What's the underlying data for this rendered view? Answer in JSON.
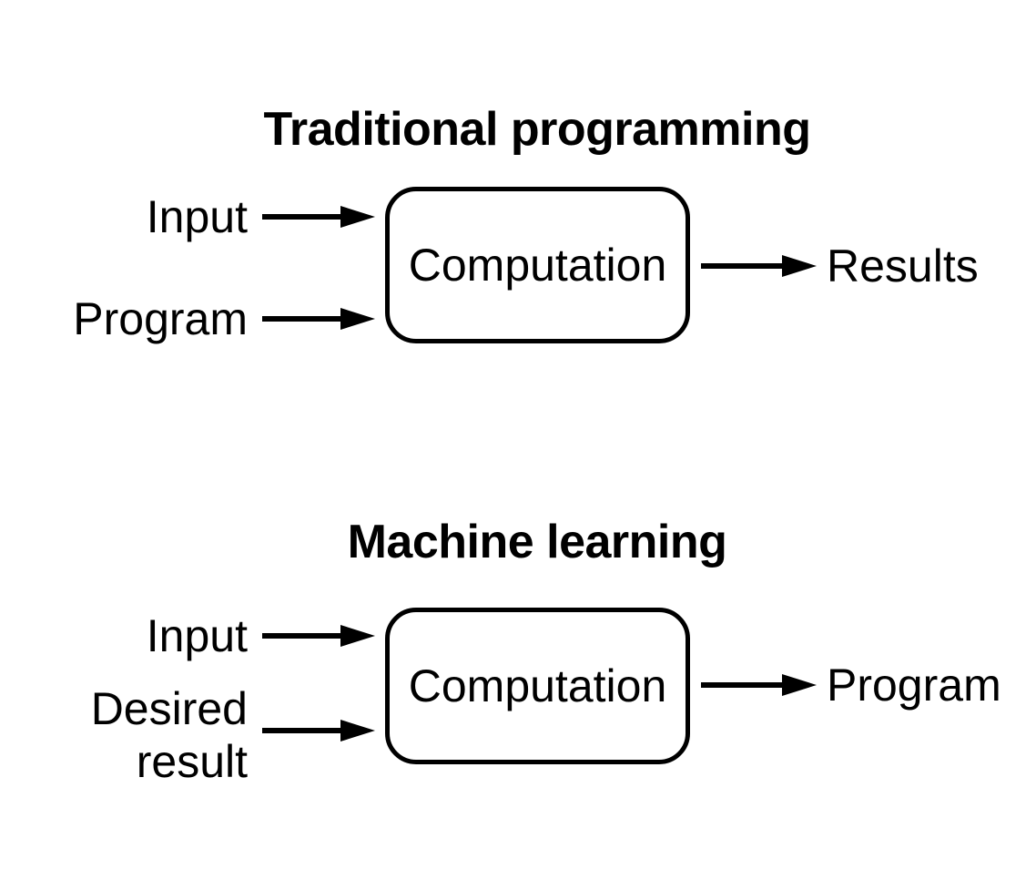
{
  "colors": {
    "background": "#ffffff",
    "ink": "#000000"
  },
  "diagrams": [
    {
      "id": "traditional-programming",
      "title": "Traditional programming",
      "inputs": [
        {
          "label": "Input"
        },
        {
          "label": "Program"
        }
      ],
      "process": "Computation",
      "output": "Results"
    },
    {
      "id": "machine-learning",
      "title": "Machine learning",
      "inputs": [
        {
          "label": "Input"
        },
        {
          "label": "Desired result"
        }
      ],
      "process": "Computation",
      "output": "Program"
    }
  ]
}
